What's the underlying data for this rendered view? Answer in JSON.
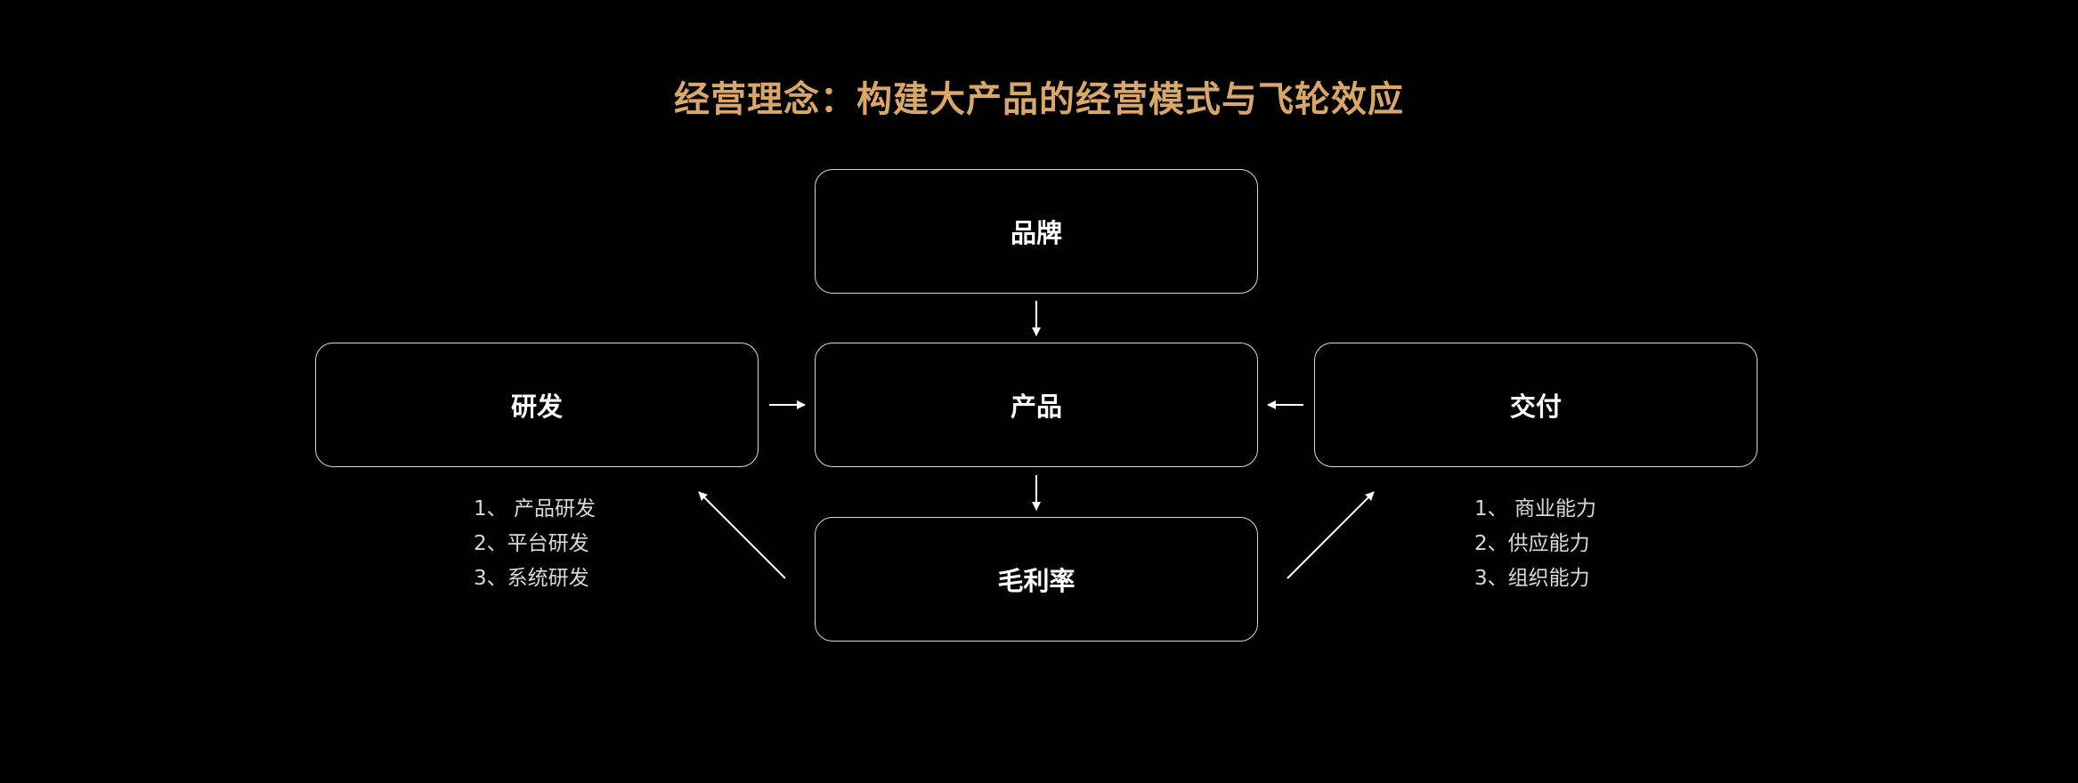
{
  "title": "经营理念：构建大产品的经营模式与飞轮效应",
  "nodes": {
    "brand": "品牌",
    "rnd": "研发",
    "product": "产品",
    "delivery": "交付",
    "margin": "毛利率"
  },
  "rnd_items": [
    "1、 产品研发",
    "2、平台研发",
    "3、系统研发"
  ],
  "delivery_items": [
    "1、 商业能力",
    "2、供应能力",
    "3、组织能力"
  ],
  "colors": {
    "background": "#000000",
    "title": "#D9A66B",
    "box_border": "#d8d8d8",
    "text": "#ffffff",
    "arrow": "#ffffff"
  }
}
